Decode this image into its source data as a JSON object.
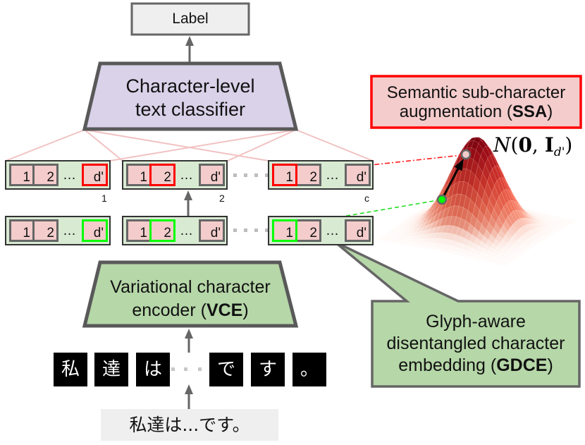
{
  "label_box": {
    "text": "Label"
  },
  "classifier": {
    "lines": [
      "Character-level",
      "text classifier"
    ]
  },
  "ssa_box": {
    "line1": "Semantic sub-character",
    "line2_prefix": "augmentation (",
    "line2_bold": "SSA",
    "line2_suffix": ")"
  },
  "distribution_label": {
    "symbol": "N",
    "open": "(",
    "mean": "0",
    "sep": ", ",
    "cov": "I",
    "cov_sub": "d'",
    "close": ")"
  },
  "embeddings": {
    "ellipsis": "…",
    "upper": [
      {
        "index_label": "1",
        "cells": [
          "1",
          "2",
          "d'"
        ],
        "highlight": 2
      },
      {
        "index_label": "2",
        "cells": [
          "1",
          "2",
          "d'"
        ],
        "highlight": 1
      },
      {
        "index_label": "c",
        "cells": [
          "1",
          "2",
          "d'"
        ],
        "highlight": 0
      }
    ],
    "lower": [
      {
        "cells": [
          "1",
          "2",
          "d'"
        ],
        "highlight": 2
      },
      {
        "cells": [
          "1",
          "2",
          "d'"
        ],
        "highlight": 1
      },
      {
        "cells": [
          "1",
          "2",
          "d'"
        ],
        "highlight": 0
      }
    ]
  },
  "vce": {
    "line1": "Variational character",
    "line2_prefix": "encoder (",
    "line2_bold": "VCE",
    "line2_suffix": ")"
  },
  "gdce": {
    "line1": "Glyph-aware",
    "line2": "disentangled character",
    "line3_prefix": "embedding (",
    "line3_bold": "GDCE",
    "line3_suffix": ")"
  },
  "characters": [
    "私",
    "達",
    "は",
    "で",
    "す",
    "。"
  ],
  "input_text": "私達は...です。",
  "colors": {
    "classifier_fill": "#d9d2e9",
    "encoder_fill": "#b6d7a8",
    "embedding_fill": "#d9ead3",
    "cell_fill": "#f4cccc",
    "ssa_fill": "#f4cccc",
    "ssa_border": "#ff0000",
    "upper_highlight": "#ff0000",
    "lower_highlight": "#00ff00",
    "label_fill": "#efefef",
    "shape_stroke": "#595959"
  }
}
